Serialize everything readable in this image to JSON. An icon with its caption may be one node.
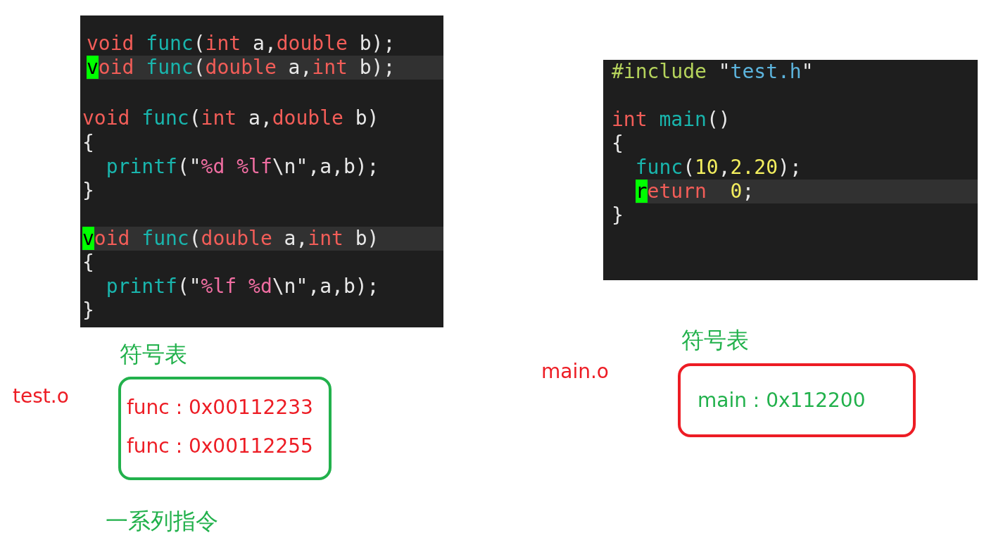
{
  "diagram": {
    "nodes": [
      {
        "text": [
          "void func(int a,double b);",
          "void func(double a,int b);",
          "void func(int a,double b)",
          "{",
          "printf(\"%d %lf\\n\",a,b);",
          "}",
          "void func(double a,int b)",
          "{",
          "printf(\"%lf %d\\n\",a,b);",
          "}"
        ]
      },
      {
        "text": [
          "#include \"test.h\"",
          "int main()",
          "{",
          "func(10,2.20);",
          "return  0;",
          "}"
        ]
      },
      {
        "text": [
          "符号表",
          "func : 0x00112233",
          "func : 0x00112255"
        ],
        "beside": [
          "test.o"
        ]
      },
      {
        "text": [
          "符号表",
          "main : 0x112200"
        ],
        "beside": [
          "main.o"
        ]
      }
    ],
    "labels": [
      "一系列指令"
    ]
  }
}
